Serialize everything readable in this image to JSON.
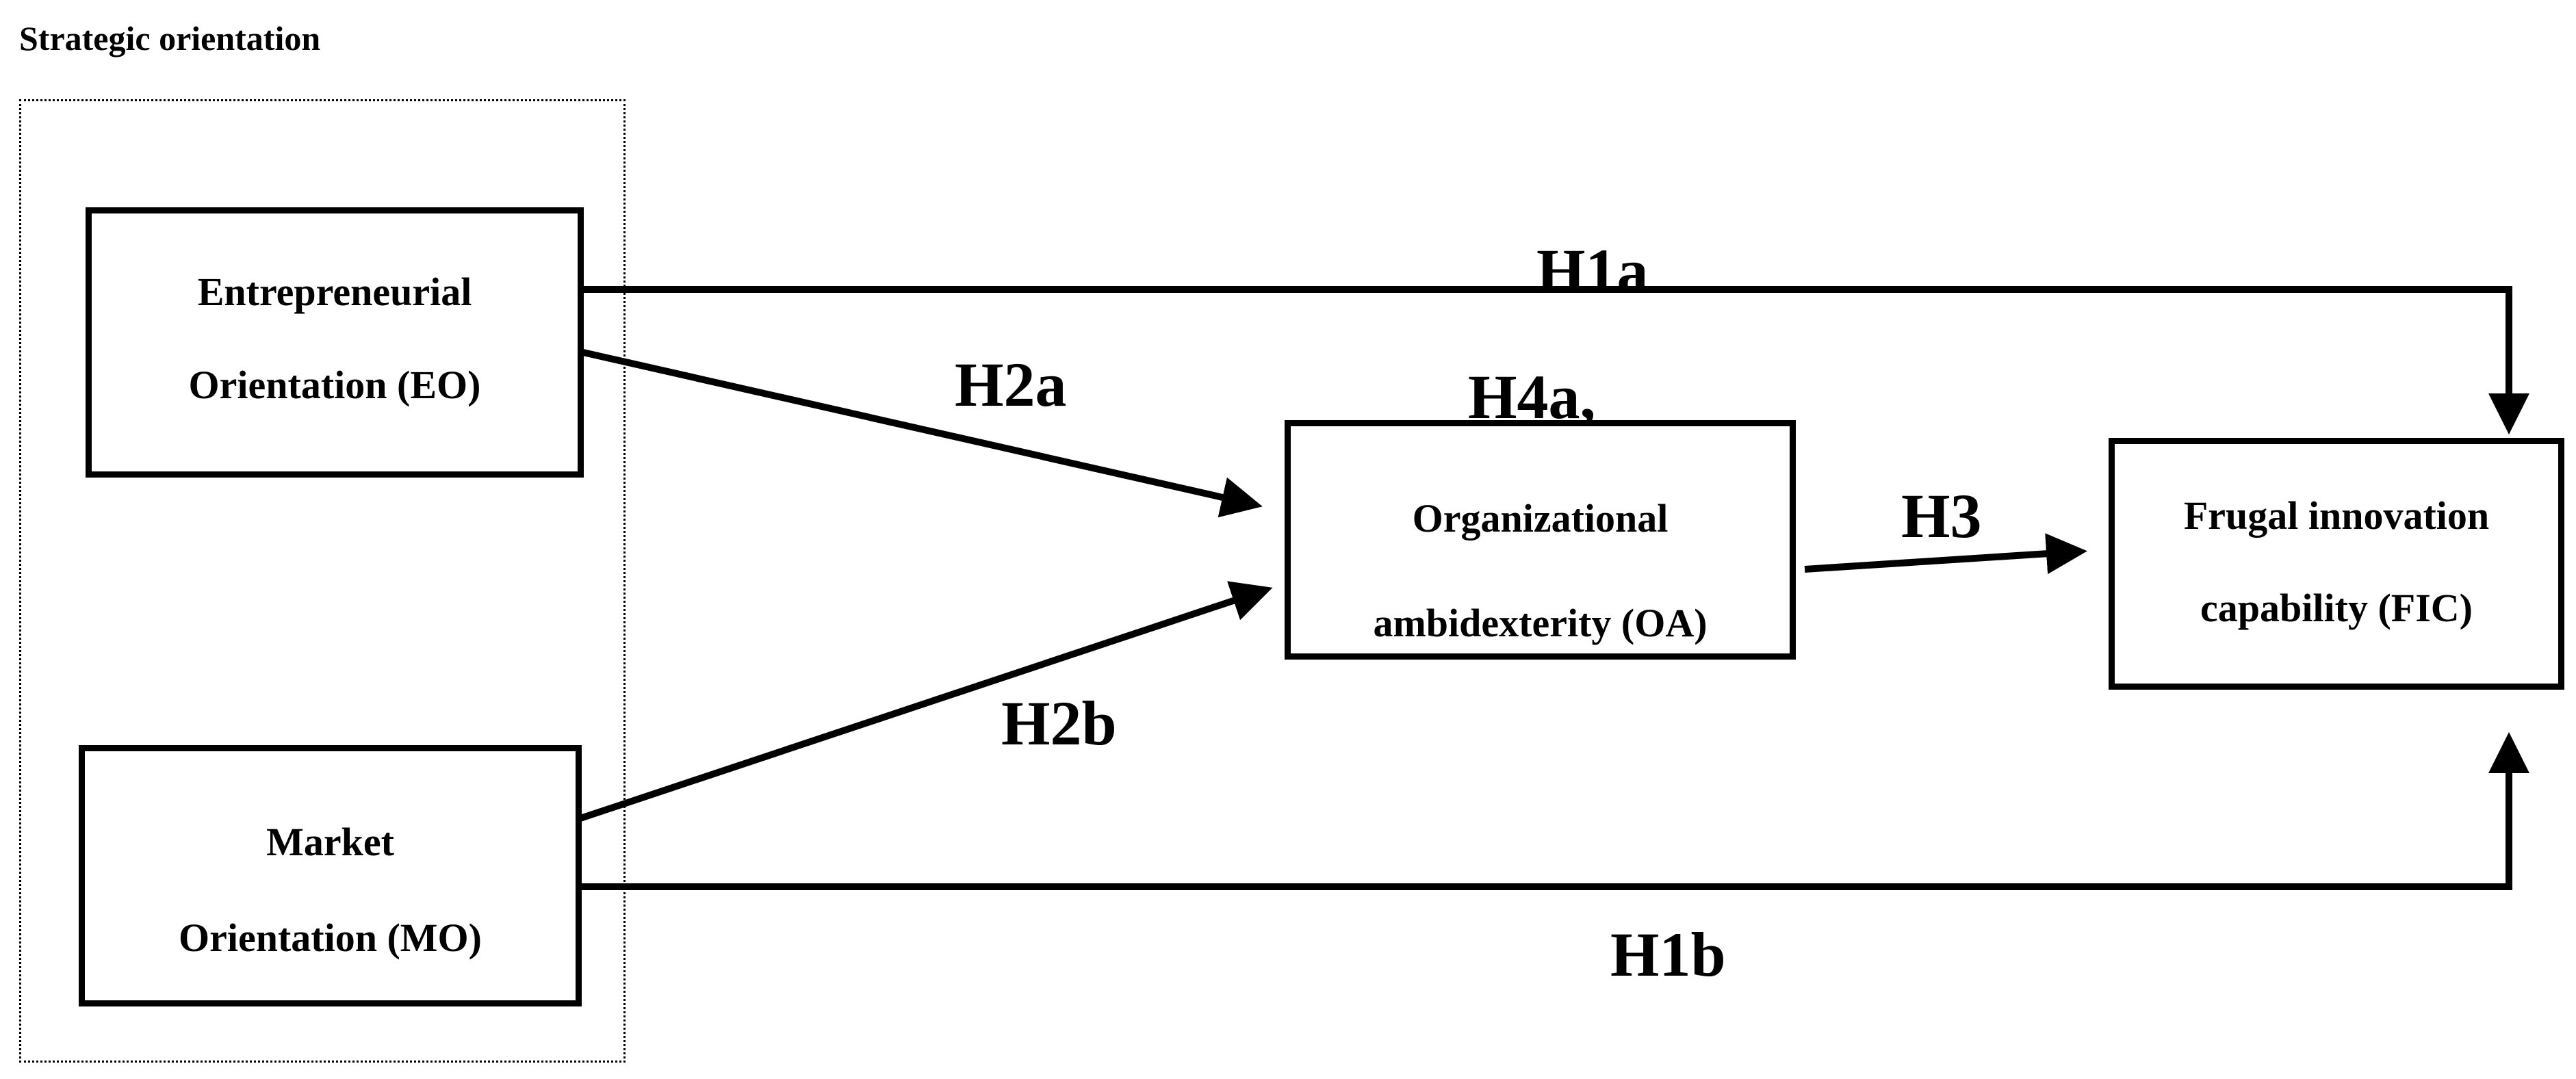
{
  "group": {
    "title": "Strategic orientation"
  },
  "boxes": {
    "eo": {
      "line1": "Entrepreneurial",
      "line2": "Orientation (EO)"
    },
    "mo": {
      "line1": "Market",
      "line2": "Orientation (MO)"
    },
    "oa": {
      "line1": "Organizational",
      "line2": "ambidexterity (OA)"
    },
    "fic": {
      "line1": "Frugal innovation",
      "line2": "capability (FIC)"
    }
  },
  "hypotheses": {
    "h1a": "H1a",
    "h1b": "H1b",
    "h2a": "H2a",
    "h2b": "H2b",
    "h3": "H3",
    "h4": "H4a,"
  }
}
